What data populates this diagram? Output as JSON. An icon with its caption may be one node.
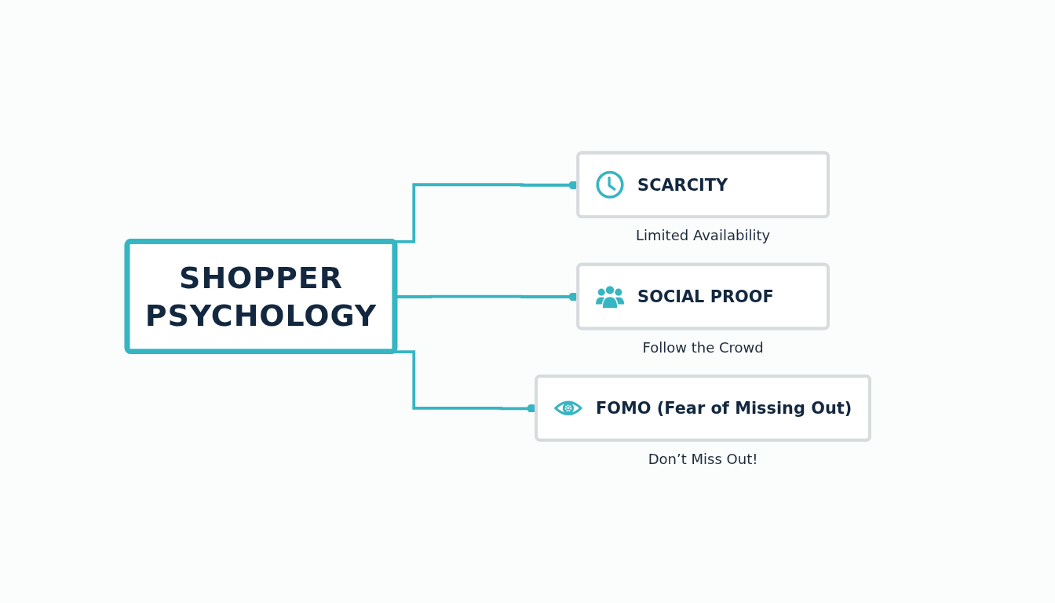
{
  "diagram": {
    "nodes": [
      {
        "text": [
          "SHOPPER PSYCHOLOGY"
        ]
      },
      {
        "text": [
          "SCARCITY"
        ],
        "beside": [
          "Limited Availability"
        ]
      },
      {
        "text": [
          "SOCIAL PROOF"
        ],
        "beside": [
          "Follow the Crowd"
        ]
      },
      {
        "text": [
          "FOMO (Fear of Missing Out)"
        ],
        "beside": [
          "Don’t Miss Out!"
        ]
      }
    ],
    "edges": [
      {
        "from": 0,
        "to": 1,
        "arrow": "other"
      },
      {
        "from": 0,
        "to": 2,
        "arrow": "other"
      },
      {
        "from": 0,
        "to": 3,
        "arrow": "other"
      }
    ]
  }
}
